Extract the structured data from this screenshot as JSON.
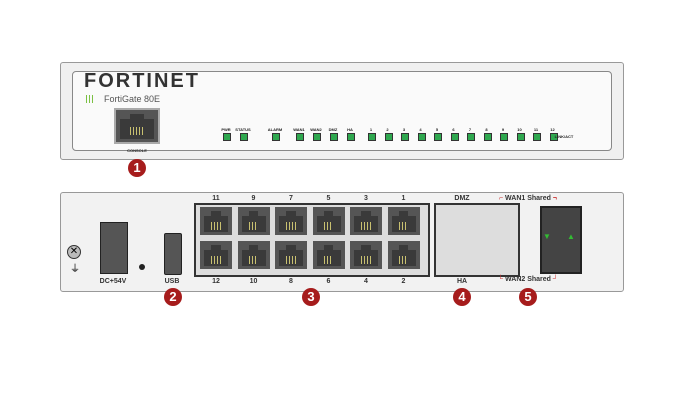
{
  "front": {
    "brand": "FORTINET",
    "model": "FortiGate 80E",
    "console_label": "CONSOLE",
    "status_leds": [
      "PWR",
      "STATUS",
      "ALARM",
      "WAN1",
      "WAN2",
      "DMZ",
      "HA"
    ],
    "port_leds": [
      "1",
      "2",
      "3",
      "4",
      "5",
      "6",
      "7",
      "8",
      "9",
      "10",
      "11",
      "12"
    ],
    "link_label": "LINK/ACT"
  },
  "back": {
    "power_label": "DC+54V",
    "usb_label": "USB",
    "top_ports": [
      "11",
      "9",
      "7",
      "5",
      "3",
      "1"
    ],
    "bottom_ports": [
      "12",
      "10",
      "8",
      "6",
      "4",
      "2"
    ],
    "dmz_label": "DMZ",
    "ha_label": "HA",
    "wan1_label": "WAN1 Shared",
    "wan2_label": "WAN2 Shared"
  },
  "callouts": [
    "1",
    "2",
    "3",
    "4",
    "5"
  ],
  "colors": {
    "callout": "#a61c1c",
    "led": "#2fa84f"
  }
}
